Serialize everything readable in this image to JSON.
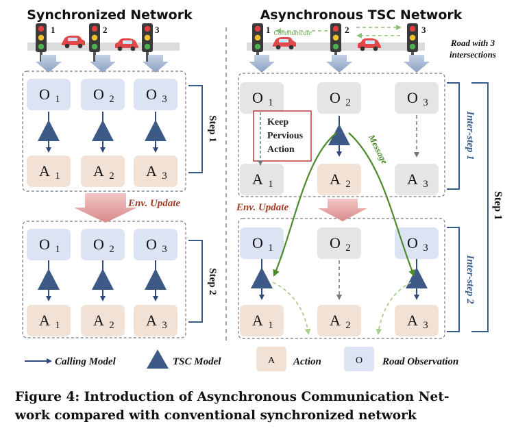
{
  "left": {
    "title": "Synchronized Network",
    "lights": [
      "1",
      "2",
      "3"
    ],
    "env_update": "Env. Update",
    "step1": "Step 1",
    "step2": "Step 2"
  },
  "right": {
    "title": "Asynchronous TSC Network",
    "lights": [
      "1",
      "2",
      "3"
    ],
    "communicate": "Communicate",
    "road_note_line1": "Road with 3",
    "road_note_line2": "intersections",
    "keep_line1": "Keep",
    "keep_line2": "Pervious",
    "keep_line3": "Action",
    "message": "Message",
    "env_update": "Env. Update",
    "inter_step1": "Inter-step 1",
    "inter_step2": "Inter-step 2",
    "step1": "Step 1"
  },
  "nodes": {
    "obs_letter": "O",
    "act_letter": "A",
    "subs": [
      "1",
      "2",
      "3"
    ]
  },
  "legend": {
    "calling": "Calling Model",
    "tsc": "TSC Model",
    "action_box": "A",
    "action": "Action",
    "obs_box": "O",
    "observation": "Road Observation"
  },
  "caption": {
    "line1": "Figure 4: Introduction of Asynchronous Communication Net-",
    "line2": "work compared with conventional synchronized network"
  },
  "colors": {
    "observation_fill": "#dce4f4",
    "action_fill": "#f2e2d6",
    "inactive_fill": "#e5e5e5",
    "tsc_model": "#3d5a86",
    "arrow_blue": "#2f4a7a",
    "message_green": "#4c8a2a",
    "env_red": "#a43b26",
    "step_bracket": "#3a5c8a",
    "car": "#e0484a",
    "road": "#dcdcdc",
    "keep_box_border": "#c0393b"
  }
}
